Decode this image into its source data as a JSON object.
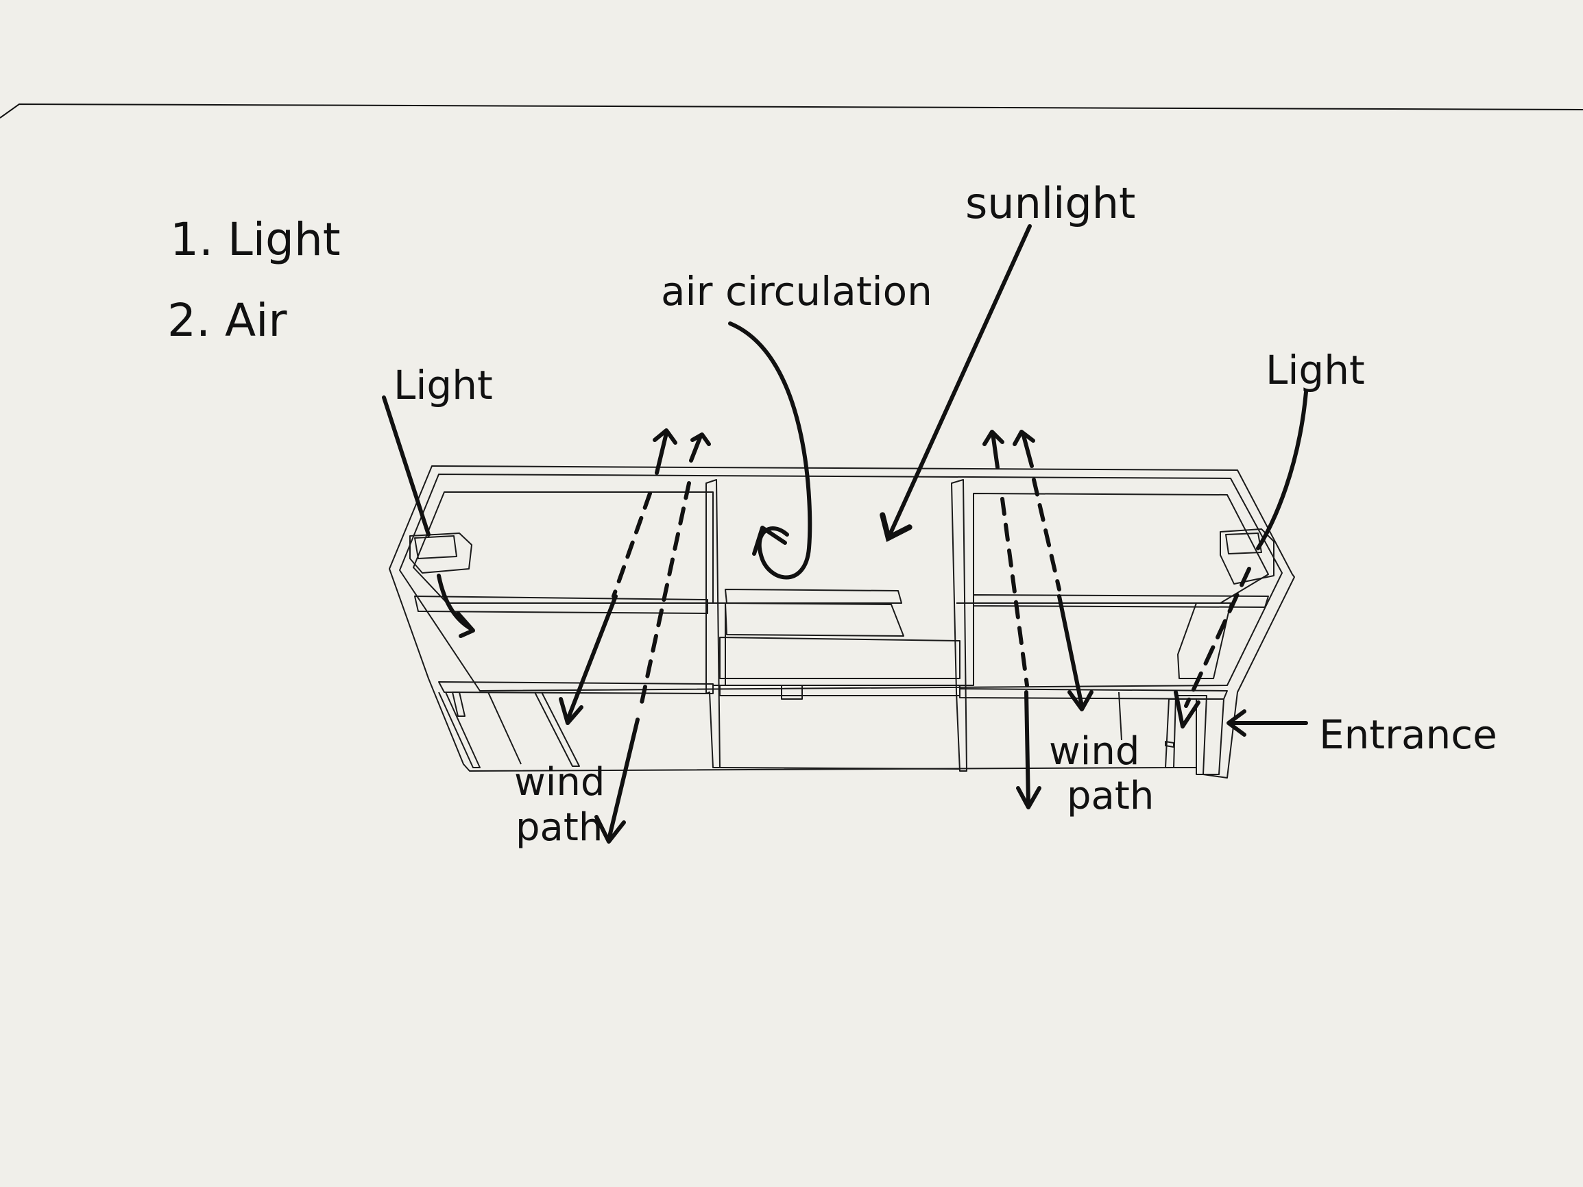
{
  "colors": {
    "paper": "#f0efea",
    "ink": "#111111",
    "model_line": "#1a1a1a"
  },
  "list": {
    "item1": "1. Light",
    "item2": "2. Air"
  },
  "labels": {
    "sunlight": "sunlight",
    "air_circulation": "air circulation",
    "light_left": "Light",
    "light_right": "Light",
    "wind_path_left_line1": "wind",
    "wind_path_left_line2": "path",
    "wind_path_right_line1": "wind",
    "wind_path_right_line2": "path",
    "entrance": "Entrance"
  }
}
